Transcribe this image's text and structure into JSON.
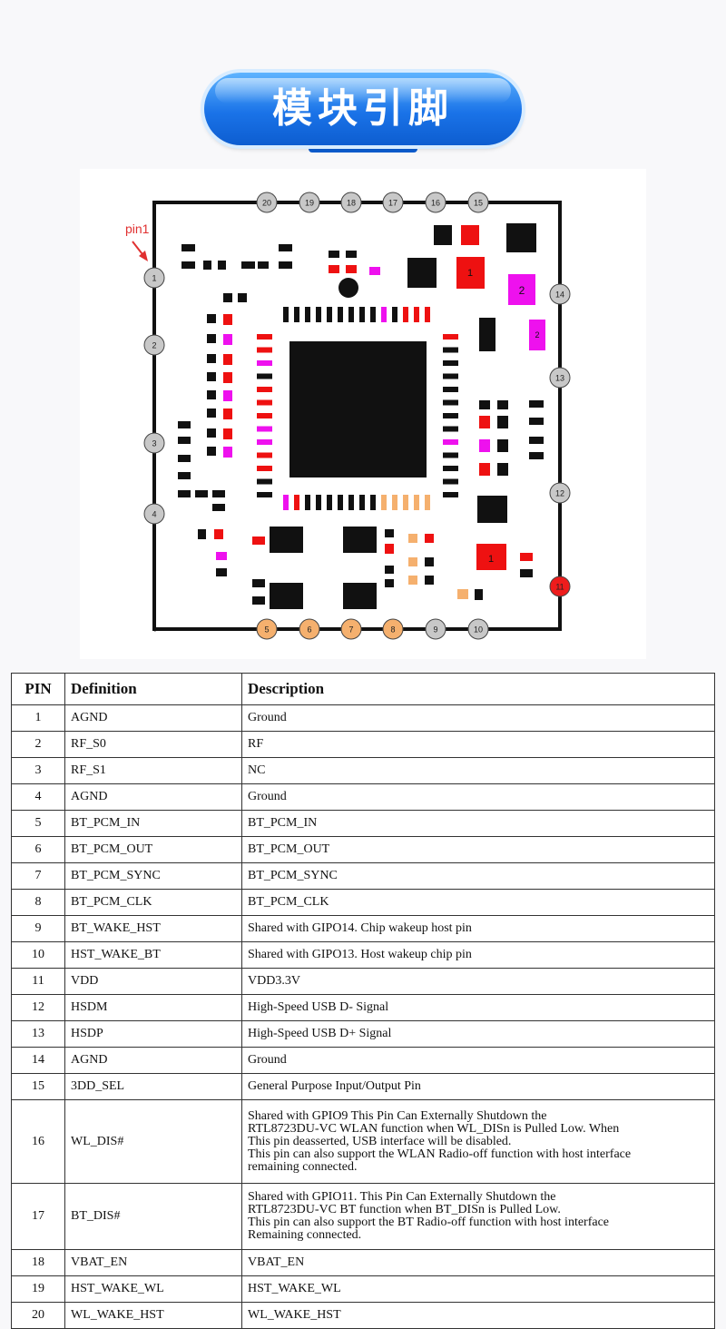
{
  "header": {
    "title": "模块引脚"
  },
  "diagram": {
    "pin1_label": "pin1",
    "pin_colors": {
      "normal": "#c8c8c8",
      "orange": "#f5b06e",
      "red": "#ee1c1c"
    },
    "component_colors": {
      "black": "#111111",
      "red": "#ee1111",
      "magenta": "#ee11ee",
      "orange": "#f5b06e"
    },
    "top_pins": [
      "20",
      "19",
      "18",
      "17",
      "16",
      "15"
    ],
    "left_pins": [
      "1",
      "2",
      "3",
      "4"
    ],
    "right_pins": [
      "14",
      "13",
      "12",
      "11"
    ],
    "bottom_pins": [
      "5",
      "6",
      "7",
      "8",
      "9",
      "10"
    ],
    "component_labels": {
      "big_red_1": "1",
      "magenta_2": "2",
      "small_magenta_2": "2",
      "bottom_red_1": "1"
    }
  },
  "table": {
    "headers": [
      "PIN",
      "Definition",
      "Description"
    ],
    "rows": [
      {
        "pin": "1",
        "def": "AGND",
        "desc": [
          "Ground"
        ]
      },
      {
        "pin": "2",
        "def": "RF_S0",
        "desc": [
          "RF"
        ]
      },
      {
        "pin": "3",
        "def": "RF_S1",
        "desc": [
          "NC"
        ]
      },
      {
        "pin": "4",
        "def": "AGND",
        "desc": [
          "Ground"
        ]
      },
      {
        "pin": "5",
        "def": "BT_PCM_IN",
        "desc": [
          "BT_PCM_IN"
        ]
      },
      {
        "pin": "6",
        "def": "BT_PCM_OUT",
        "desc": [
          "BT_PCM_OUT"
        ]
      },
      {
        "pin": "7",
        "def": "BT_PCM_SYNC",
        "desc": [
          "BT_PCM_SYNC"
        ]
      },
      {
        "pin": "8",
        "def": "BT_PCM_CLK",
        "desc": [
          "BT_PCM_CLK"
        ]
      },
      {
        "pin": "9",
        "def": "BT_WAKE_HST",
        "desc": [
          "Shared with GIPO14. Chip wakeup host pin"
        ]
      },
      {
        "pin": "10",
        "def": "HST_WAKE_BT",
        "desc": [
          "Shared with GIPO13. Host wakeup chip pin"
        ]
      },
      {
        "pin": "11",
        "def": "VDD",
        "desc": [
          "VDD3.3V"
        ]
      },
      {
        "pin": "12",
        "def": "HSDM",
        "desc": [
          "High-Speed USB D- Signal"
        ]
      },
      {
        "pin": "13",
        "def": "HSDP",
        "desc": [
          "High-Speed USB D+ Signal"
        ]
      },
      {
        "pin": "14",
        "def": "AGND",
        "desc": [
          "Ground"
        ]
      },
      {
        "pin": "15",
        "def": "3DD_SEL",
        "desc": [
          "General Purpose Input/Output Pin"
        ]
      },
      {
        "pin": "16",
        "def": "WL_DIS#",
        "desc": [
          "Shared with GPIO9 This Pin Can Externally Shutdown the",
          "RTL8723DU-VC WLAN function when WL_DISn is Pulled Low. When",
          "This pin deasserted, USB interface will be disabled.",
          "This pin can also support the WLAN Radio-off function with host interface",
          "remaining connected."
        ]
      },
      {
        "pin": "17",
        "def": "BT_DIS#",
        "desc": [
          "Shared with GPIO11. This Pin Can Externally Shutdown the",
          "RTL8723DU-VC BT function when BT_DISn is Pulled Low.",
          "This pin can also support the BT Radio-off function with host interface",
          "Remaining connected."
        ]
      },
      {
        "pin": "18",
        "def": "VBAT_EN",
        "desc": [
          "VBAT_EN"
        ]
      },
      {
        "pin": "19",
        "def": "HST_WAKE_WL",
        "desc": [
          "HST_WAKE_WL"
        ]
      },
      {
        "pin": "20",
        "def": "WL_WAKE_HST",
        "desc": [
          "WL_WAKE_HST"
        ]
      }
    ]
  }
}
